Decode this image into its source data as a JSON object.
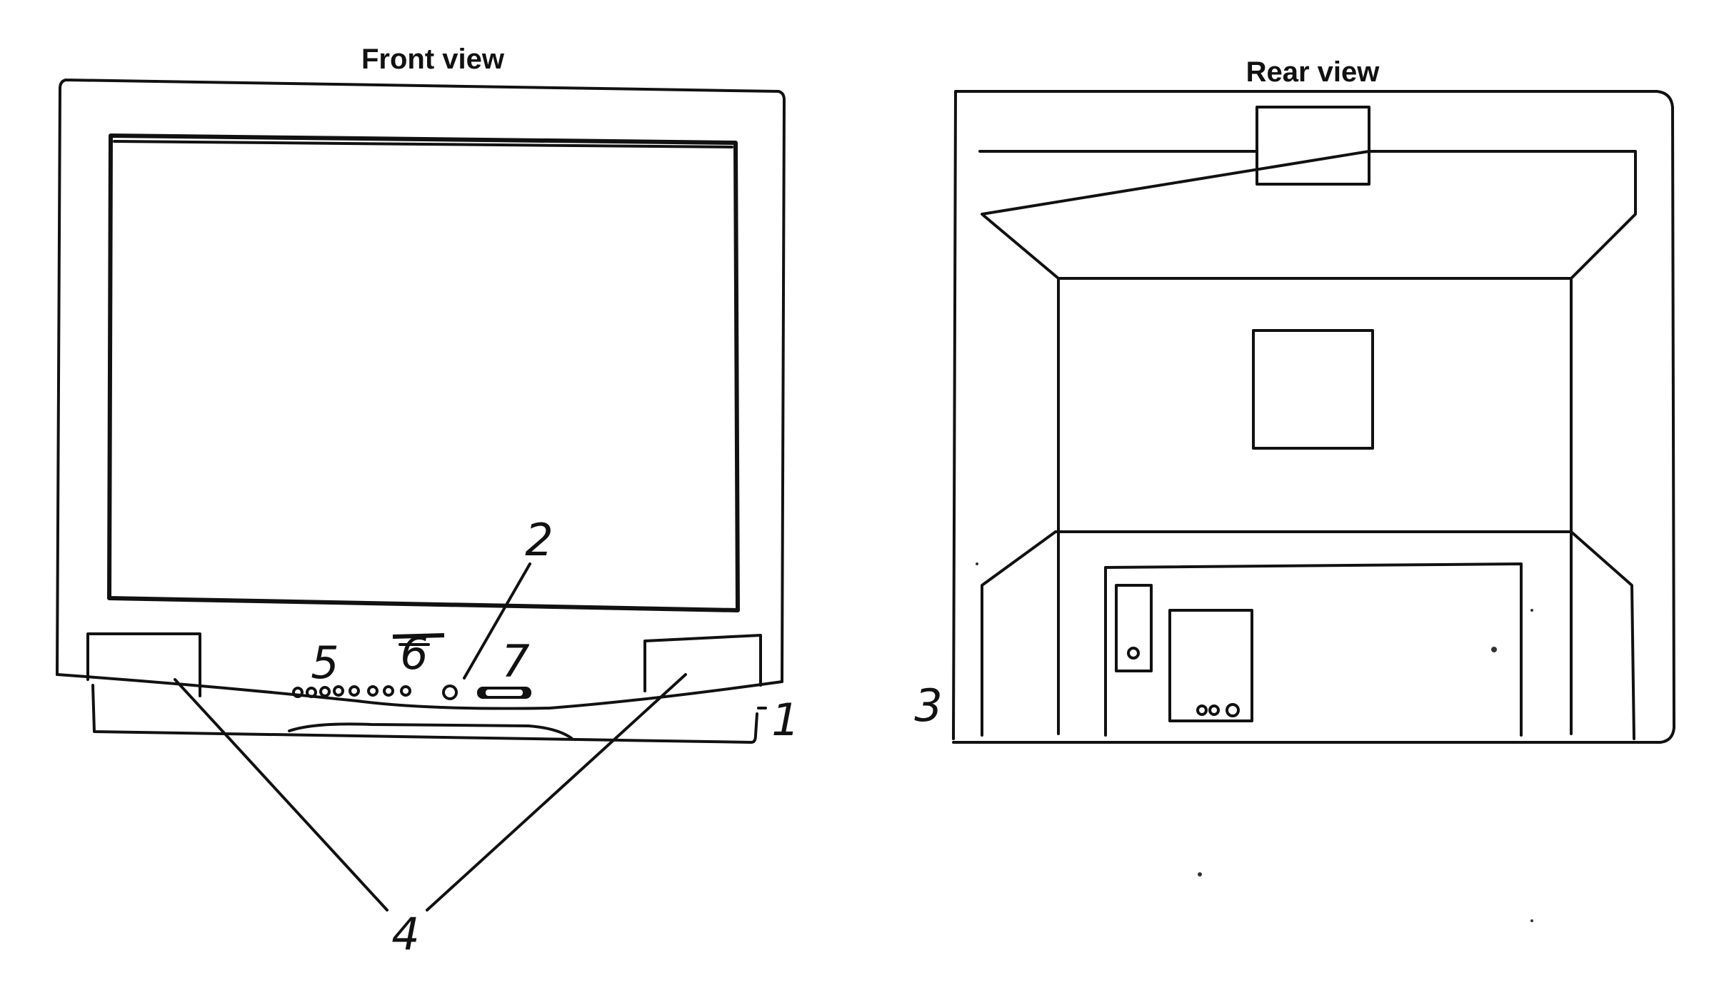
{
  "front_view": {
    "title": "Front view",
    "callouts": {
      "one": "1",
      "two": "2",
      "four": "4",
      "five": "5",
      "six": "6",
      "seven": "7"
    }
  },
  "rear_view": {
    "title": "Rear view",
    "callouts": {
      "three": "3"
    }
  },
  "colors": {
    "ink": "#111111",
    "paper": "#ffffff"
  }
}
